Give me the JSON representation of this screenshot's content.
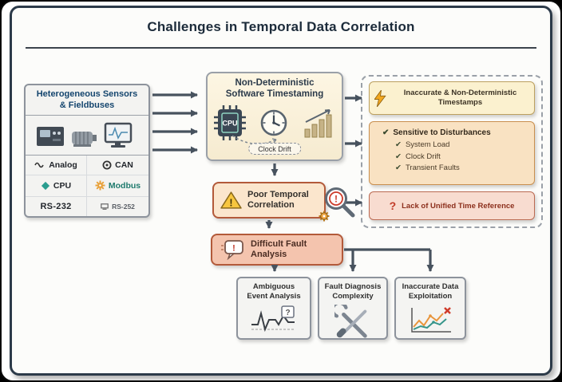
{
  "title": "Challenges in Temporal Data Correlation",
  "sensors": {
    "title_line1": "Heterogeneous Sensors",
    "title_line2": "& Fieldbuses",
    "logos": {
      "analog": "Analog",
      "can": "CAN",
      "cpu": "CPU",
      "modbus": "Modbus",
      "rs232": "RS-232",
      "rs252": "RS-252"
    }
  },
  "timestamping": {
    "title_line1": "Non-Deterministic",
    "title_line2": "Software Timestaming",
    "cpu_label": "CPU",
    "clock_drift": "Clock Drift"
  },
  "effects": {
    "inaccurate": {
      "line1": "Inaccurate & Non-Deterministic",
      "line2": "Timestamps"
    },
    "sensitive": {
      "check": "✔",
      "title": "Sensitive to Disturbances",
      "items": [
        "System Load",
        "Clock Drift",
        "Transient Faults"
      ]
    },
    "unified": {
      "mark": "?",
      "label": "Lack of Unified Time Reference"
    }
  },
  "poor": {
    "line1": "Poor Temporal",
    "line2": "Correlation",
    "warning_mark": "!",
    "magnifier_mark": "!"
  },
  "difficult": {
    "line1": "Difficult Fault",
    "line2": "Analysis",
    "bubble_mark": "!"
  },
  "outcomes": [
    {
      "line1": "Ambiguous",
      "line2": "Event Analysis",
      "glyph": "?"
    },
    {
      "line1": "Fault Diagnosis",
      "line2": "Complexity"
    },
    {
      "line1": "Inaccurate Data",
      "line2": "Exploitation"
    }
  ]
}
